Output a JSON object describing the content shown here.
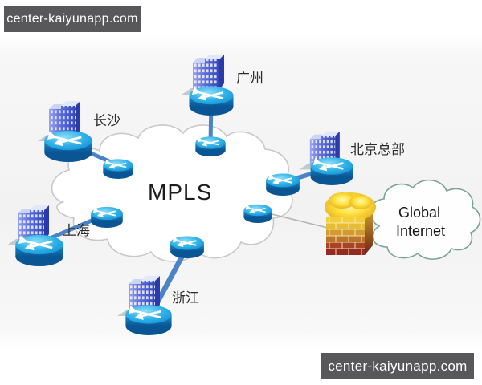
{
  "watermark_top": {
    "text": "center-kaiyunapp.com"
  },
  "watermark_bottom": {
    "text": "center-kaiyunapp.com"
  },
  "diagram": {
    "type": "network-topology",
    "mpls_cloud": {
      "label": "MPLS"
    },
    "internet_cloud": {
      "line1": "Global",
      "line2": "Internet"
    },
    "sites": [
      {
        "name": "guangzhou",
        "label": "广州"
      },
      {
        "name": "changsha",
        "label": "长沙"
      },
      {
        "name": "beijing-hq",
        "label": "北京总部"
      },
      {
        "name": "shanghai",
        "label": "上海"
      },
      {
        "name": "zhejiang",
        "label": "浙江"
      }
    ],
    "icons": [
      "router-icon",
      "building-icon",
      "firewall-icon",
      "cloud-icon"
    ],
    "colors": {
      "link_blue": "#4a84c6",
      "router_top": "#2fb2e8",
      "router_body": "#0d63a6",
      "building_blue": "#4a5fd0",
      "mpls_cloud_outline": "#c8c8c8",
      "internet_cloud_outline": "#7aa394",
      "firewall_glow": "#ffe23c",
      "firewall_brick_red": "#9c2d22",
      "watermark_bg": "#58585a",
      "watermark_text": "#ffffff"
    }
  }
}
